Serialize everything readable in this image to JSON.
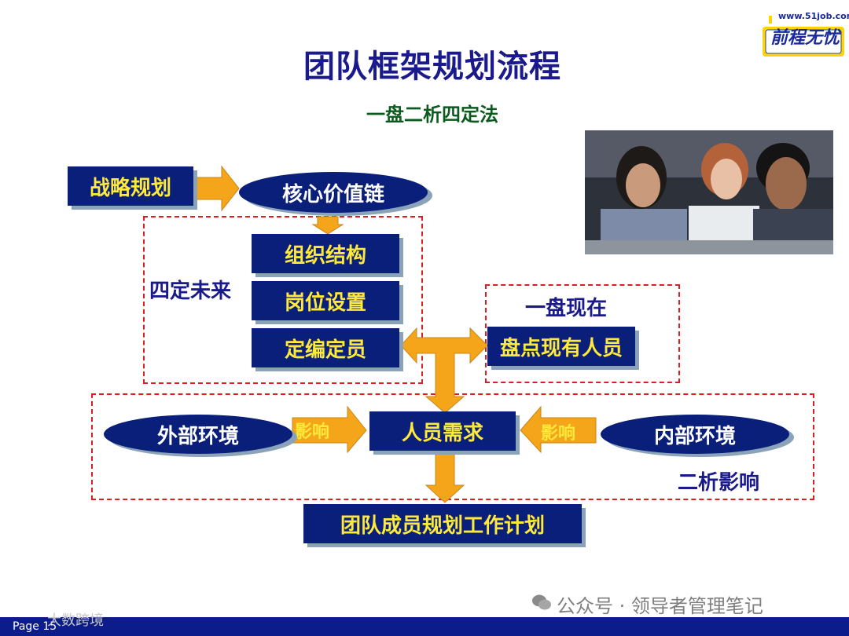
{
  "title": "团队框架规划流程",
  "subtitle": "一盘二析四定法",
  "logo": {
    "url": "www.51job.com",
    "name": "前程无忧"
  },
  "nodes": {
    "strategy": "战略规划",
    "core_value": "核心价值链",
    "org_structure": "组织结构",
    "post_setting": "岗位设置",
    "staffing": "定编定员",
    "inventory": "盘点现有人员",
    "demand": "人员需求",
    "external": "外部环境",
    "internal": "内部环境",
    "plan": "团队成员规划工作计划"
  },
  "labels": {
    "four_fix": "四定未来",
    "one_inventory": "一盘现在",
    "two_analysis": "二析影响",
    "influence_left": "影响",
    "influence_right": "影响"
  },
  "footer": {
    "page": "Page 15",
    "watermark": "公众号 · 领导者管理笔记",
    "corner_watermark": "大数跨境"
  },
  "colors": {
    "box": "#0a1f7a",
    "box_text": "#ffe93a",
    "arrow": "#f4a51a",
    "dashed": "#d92020",
    "title": "#1a1a8c"
  }
}
